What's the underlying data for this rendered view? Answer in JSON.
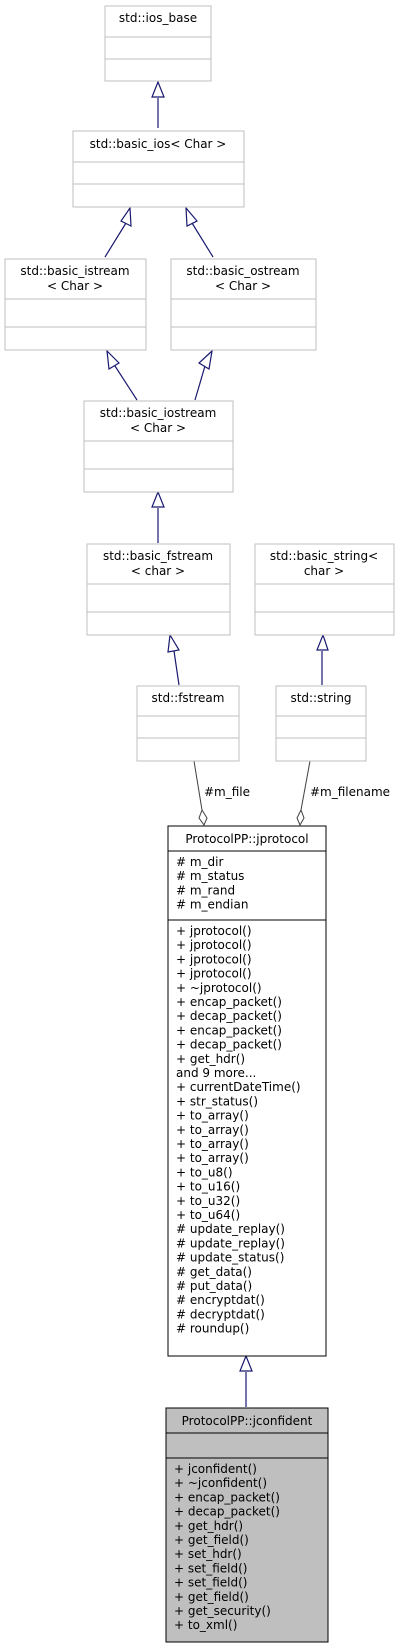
{
  "classes": {
    "ios_base": {
      "title_lines": [
        "std::ios_base"
      ]
    },
    "basic_ios": {
      "title_lines": [
        "std::basic_ios< Char >"
      ]
    },
    "basic_istream": {
      "title_lines": [
        "std::basic_istream",
        "< Char >"
      ]
    },
    "basic_ostream": {
      "title_lines": [
        "std::basic_ostream",
        "< Char >"
      ]
    },
    "basic_iostream": {
      "title_lines": [
        "std::basic_iostream",
        "< Char >"
      ]
    },
    "basic_fstream": {
      "title_lines": [
        "std::basic_fstream",
        "< char >"
      ]
    },
    "basic_string": {
      "title_lines": [
        "std::basic_string<",
        "char >"
      ]
    },
    "fstream": {
      "title_lines": [
        "std::fstream"
      ]
    },
    "string": {
      "title_lines": [
        "std::string"
      ]
    },
    "jprotocol": {
      "title_lines": [
        "ProtocolPP::jprotocol"
      ],
      "attributes": [
        "# m_dir",
        "# m_status",
        "# m_rand",
        "# m_endian"
      ],
      "methods": [
        "+ jprotocol()",
        "+ jprotocol()",
        "+ jprotocol()",
        "+ jprotocol()",
        "+ ~jprotocol()",
        "+ encap_packet()",
        "+ decap_packet()",
        "+ encap_packet()",
        "+ decap_packet()",
        "+ get_hdr()",
        "and 9 more...",
        "+ currentDateTime()",
        "+ str_status()",
        "+ to_array()",
        "+ to_array()",
        "+ to_array()",
        "+ to_array()",
        "+ to_u8()",
        "+ to_u16()",
        "+ to_u32()",
        "+ to_u64()",
        "# update_replay()",
        "# update_replay()",
        "# update_status()",
        "# get_data()",
        "# put_data()",
        "# encryptdat()",
        "# decryptdat()",
        "# roundup()"
      ]
    },
    "jconfident": {
      "title_lines": [
        "ProtocolPP::jconfident"
      ],
      "attributes": [],
      "methods": [
        "+ jconfident()",
        "+ ~jconfident()",
        "+ encap_packet()",
        "+ decap_packet()",
        "+ get_hdr()",
        "+ get_field()",
        "+ set_hdr()",
        "+ set_field()",
        "+ set_field()",
        "+ get_field()",
        "+ get_security()",
        "+ to_xml()"
      ]
    }
  },
  "edge_labels": {
    "m_file": "#m_file",
    "m_filename": "#m_filename"
  },
  "colors": {
    "edge": "#191970",
    "grey_border": "#bfbfbf",
    "highlight_fill": "#bfbfbf"
  }
}
